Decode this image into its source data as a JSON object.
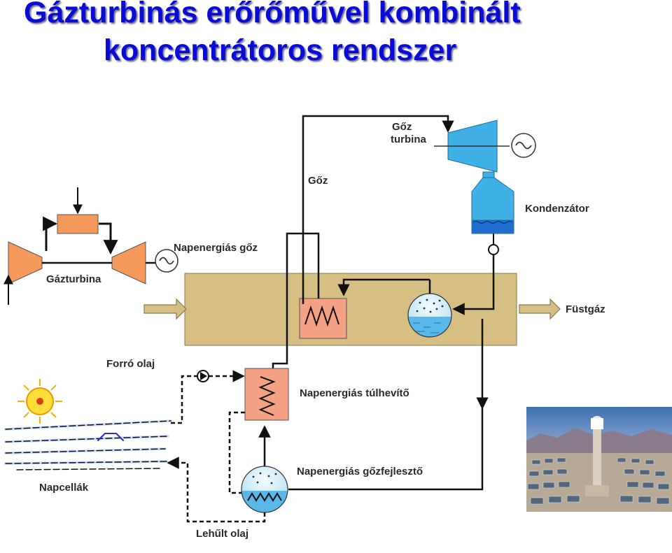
{
  "title": {
    "line1": "Gázturbinás erőrőművel kombinált",
    "line2": "koncentrátoros rendszer"
  },
  "labels": {
    "goz_turbina_1": "Gőz",
    "goz_turbina_2": "turbina",
    "goz": "Gőz",
    "kondenzator": "Kondenzátor",
    "napenergias_goz": "Napenergiás gőz",
    "gazturbina": "Gázturbina",
    "fustgaz": "Füstgáz",
    "forro_olaj": "Forró olaj",
    "napenergias_tulhevito": "Napenergiás túlhevítő",
    "napenergias_gozfejleszto": "Napenergiás gőzfejlesztő",
    "napcellak": "Napcellák",
    "lehult_olaj": "Lehűlt olaj"
  },
  "colors": {
    "title": "#0b0bd6",
    "turbine_orange": "#f59a5a",
    "steam_blue": "#3fb1e6",
    "water_blue": "#1f86d4",
    "boiler_tan": "#d7bf84",
    "heater_salmon": "#f4a184",
    "line": "#111111"
  },
  "icons": [
    "generator-icon",
    "sun-icon",
    "pump-icon"
  ]
}
